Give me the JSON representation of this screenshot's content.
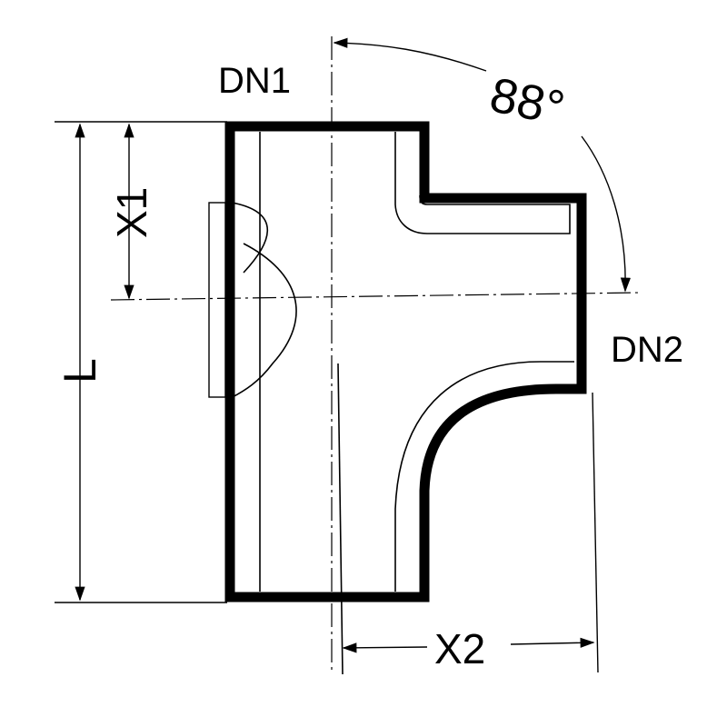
{
  "diagram": {
    "labels": {
      "dn1": "DN1",
      "dn2": "DN2",
      "angle": "88°",
      "x1": "X1",
      "x2": "X2",
      "l": "L"
    },
    "colors": {
      "line": "#000000",
      "background": "#ffffff"
    }
  }
}
